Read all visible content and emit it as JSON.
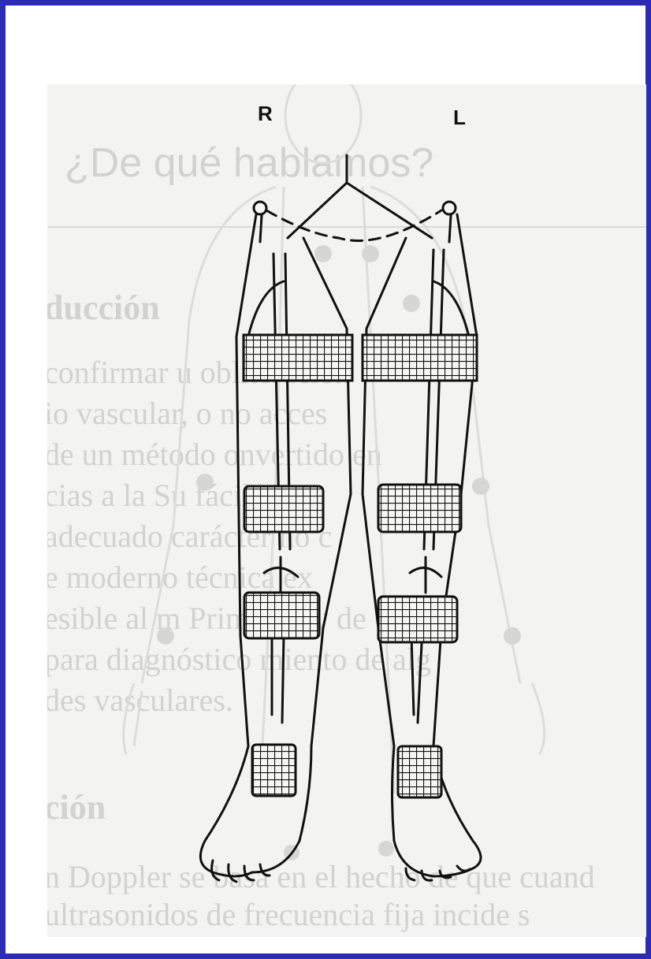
{
  "labels": {
    "right": "R",
    "left": "L"
  },
  "background_text": {
    "title": "¿De qué hablamos?",
    "heading_1": "ducción",
    "paragraph_lines": [
      "confirmar u           obliteración",
      "io vascular,              o no acces",
      "de un método              onvertido en",
      "cias a la                 Su fácil m",
      "adecuado                  carácter no c",
      "e moderno                 técnica ex",
      "esible al m               Primaria, y de",
      "para diagnóstico       miento de alg",
      "des vasculares."
    ],
    "heading_2": "ción",
    "paragraph2_lines": [
      "n Doppler se basa en el hecho de que cuand",
      "ultrasonidos de frecuencia fija incide s"
    ]
  },
  "colors": {
    "border": "#2b2bb8",
    "ink": "#111111",
    "faded": "#d2d2cf"
  }
}
